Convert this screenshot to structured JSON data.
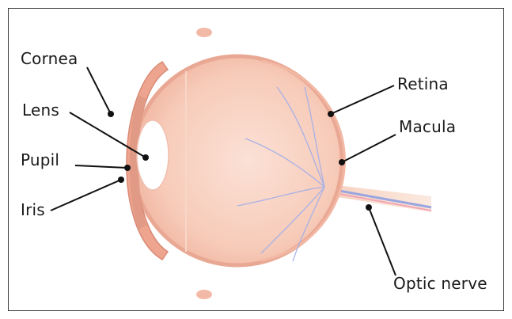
{
  "diagram": {
    "labels": {
      "cornea": "Cornea",
      "lens": "Lens",
      "pupil": "Pupil",
      "iris": "Iris",
      "retina": "Retina",
      "macula": "Macula",
      "optic_nerve": "Optic nerve"
    }
  },
  "colors": {
    "eye_body": "#f6c7b4",
    "eye_outline": "#e8a895",
    "vessel": "#9aa6e0",
    "leader": "#111111"
  }
}
